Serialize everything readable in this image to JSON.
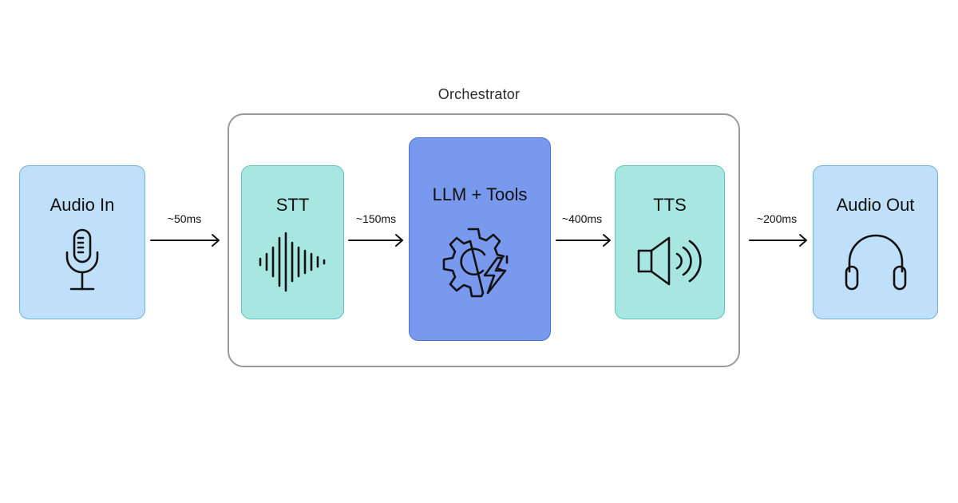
{
  "orchestrator": {
    "label": "Orchestrator"
  },
  "nodes": {
    "audio_in": {
      "label": "Audio In",
      "icon": "microphone-icon"
    },
    "stt": {
      "label": "STT",
      "icon": "waveform-icon"
    },
    "llm": {
      "label": "LLM + Tools",
      "icon": "gear-lightning-icon"
    },
    "tts": {
      "label": "TTS",
      "icon": "speaker-icon"
    },
    "audio_out": {
      "label": "Audio Out",
      "icon": "headphones-icon"
    }
  },
  "edges": [
    {
      "from": "Audio In",
      "to": "STT",
      "latency": "~50ms"
    },
    {
      "from": "STT",
      "to": "LLM + Tools",
      "latency": "~150ms"
    },
    {
      "from": "LLM + Tools",
      "to": "TTS",
      "latency": "~400ms"
    },
    {
      "from": "TTS",
      "to": "Audio Out",
      "latency": "~200ms"
    }
  ],
  "colors": {
    "io_box": "#bfe0f8",
    "speech_box": "#a8e6e2",
    "llm_box": "#7899ee",
    "frame": "#9a9a9a"
  }
}
